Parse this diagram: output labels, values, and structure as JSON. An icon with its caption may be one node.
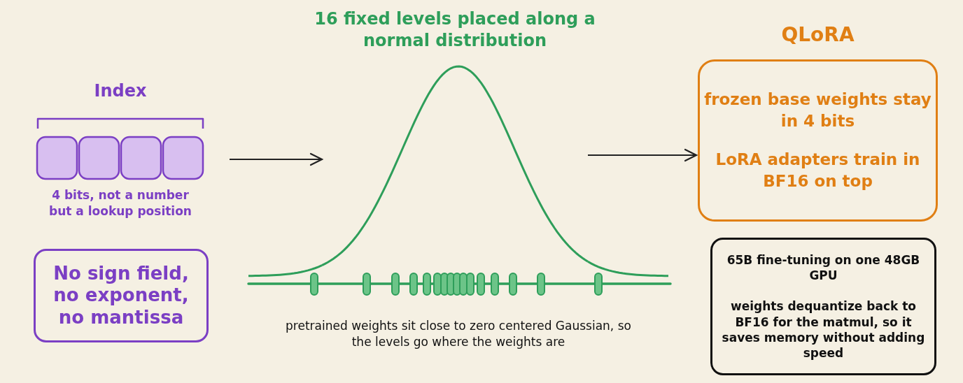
{
  "diagram": {
    "nodes": [
      {
        "text": [
          "Index",
          "4 bits, not a number but a lookup position"
        ]
      },
      {
        "text": [
          "No sign field, no exponent, no mantissa"
        ]
      },
      {
        "text": [
          "16 fixed levels placed along a normal distribution"
        ]
      },
      {
        "text": [
          "QLoRA",
          "frozen base weights stay in 4 bits",
          "LoRA adapters train in BF16 on top"
        ]
      },
      {
        "text": [
          "65B fine-tuning on one 48GB GPU",
          "weights dequantize back to BF16 for the matmul, so it saves memory without adding speed"
        ]
      }
    ],
    "edges": [
      {
        "from": 0,
        "to": 2,
        "arrow": "to"
      },
      {
        "from": 2,
        "to": 3,
        "arrow": "to"
      }
    ],
    "labels": [
      "pretrained weights sit close to zero centered Gaussian, so the levels go where the weights are"
    ]
  }
}
